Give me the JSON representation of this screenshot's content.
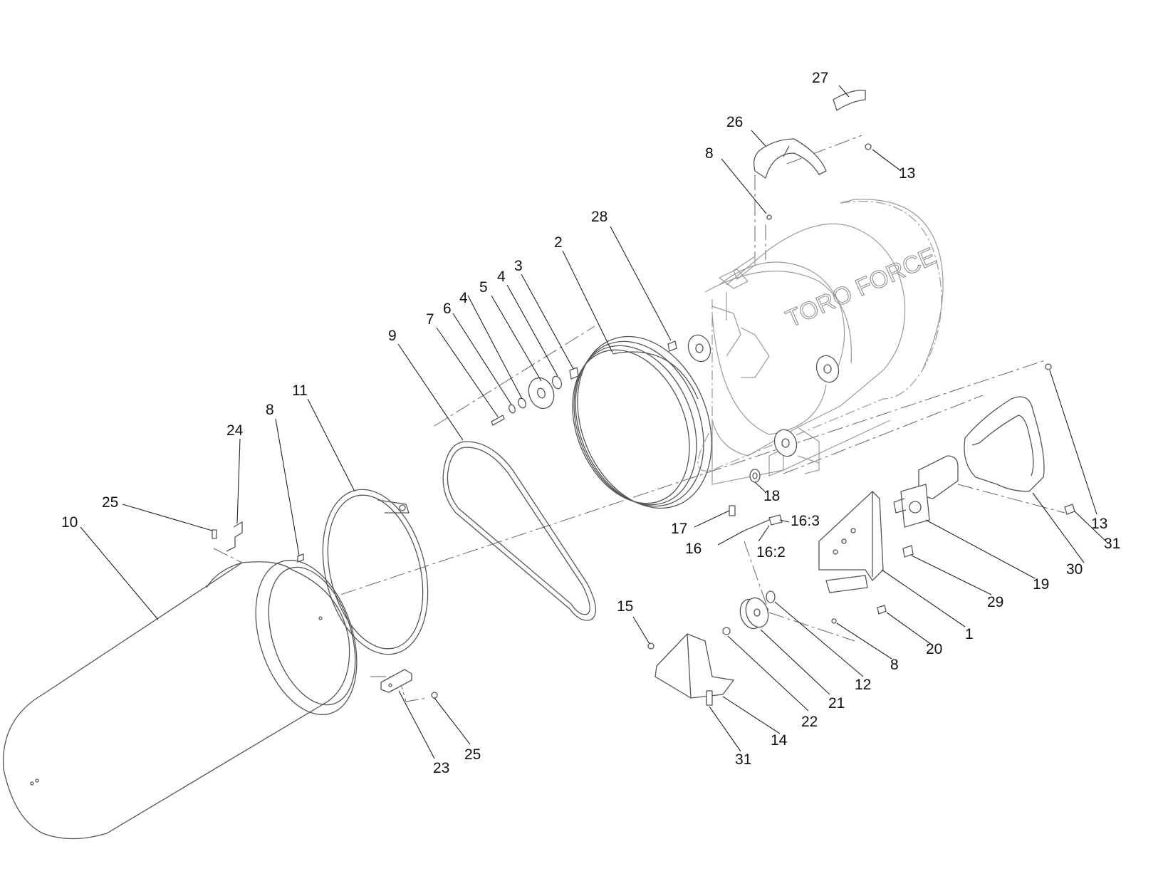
{
  "brand_text": "TORO FORCE",
  "callouts": [
    {
      "id": "c27",
      "text": "27"
    },
    {
      "id": "c26",
      "text": "26"
    },
    {
      "id": "c13a",
      "text": "13"
    },
    {
      "id": "c8a",
      "text": "8"
    },
    {
      "id": "c28",
      "text": "28"
    },
    {
      "id": "c2",
      "text": "2"
    },
    {
      "id": "c3",
      "text": "3"
    },
    {
      "id": "c4a",
      "text": "4"
    },
    {
      "id": "c5",
      "text": "5"
    },
    {
      "id": "c4b",
      "text": "4"
    },
    {
      "id": "c6",
      "text": "6"
    },
    {
      "id": "c7",
      "text": "7"
    },
    {
      "id": "c9",
      "text": "9"
    },
    {
      "id": "c11",
      "text": "11"
    },
    {
      "id": "c8b",
      "text": "8"
    },
    {
      "id": "c24",
      "text": "24"
    },
    {
      "id": "c25a",
      "text": "25"
    },
    {
      "id": "c10",
      "text": "10"
    },
    {
      "id": "c18",
      "text": "18"
    },
    {
      "id": "c17",
      "text": "17"
    },
    {
      "id": "c16",
      "text": "16"
    },
    {
      "id": "c163",
      "text": "16:3"
    },
    {
      "id": "c162",
      "text": "16:2"
    },
    {
      "id": "c13b",
      "text": "13"
    },
    {
      "id": "c31a",
      "text": "31"
    },
    {
      "id": "c30",
      "text": "30"
    },
    {
      "id": "c19",
      "text": "19"
    },
    {
      "id": "c29",
      "text": "29"
    },
    {
      "id": "c1",
      "text": "1"
    },
    {
      "id": "c20",
      "text": "20"
    },
    {
      "id": "c8c",
      "text": "8"
    },
    {
      "id": "c12",
      "text": "12"
    },
    {
      "id": "c21",
      "text": "21"
    },
    {
      "id": "c22",
      "text": "22"
    },
    {
      "id": "c15",
      "text": "15"
    },
    {
      "id": "c14",
      "text": "14"
    },
    {
      "id": "c31b",
      "text": "31"
    },
    {
      "id": "c23",
      "text": "23"
    },
    {
      "id": "c25b",
      "text": "25"
    }
  ]
}
